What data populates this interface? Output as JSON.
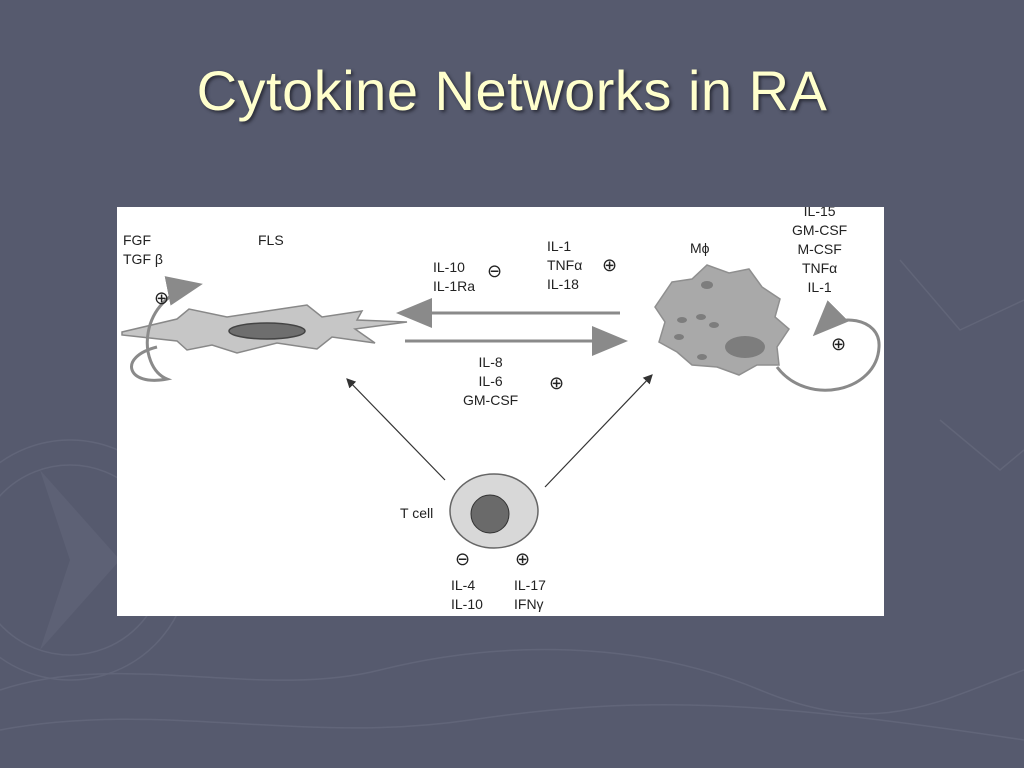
{
  "slide": {
    "title": "Cytokine Networks in RA"
  },
  "diagram": {
    "fls": {
      "name": "FLS",
      "autocrine_factors": [
        "FGF",
        "TGF β"
      ]
    },
    "macrophage": {
      "name": "Mϕ",
      "autocrine_factors": [
        "IL-15",
        "GM-CSF",
        "M-CSF",
        "TNFα",
        "IL-1"
      ]
    },
    "tcell": {
      "name": "T cell",
      "inhibitory_factors": [
        "IL-4",
        "IL-10"
      ],
      "stimulatory_factors": [
        "IL-17",
        "IFNγ"
      ]
    },
    "macrophage_to_fls": {
      "inhibitory_factors": [
        "IL-10",
        "IL-1Ra"
      ],
      "stimulatory_factors": [
        "IL-1",
        "TNFα",
        "IL-18"
      ]
    },
    "fls_to_macrophage": {
      "stimulatory_factors": [
        "IL-8",
        "IL-6",
        "GM-CSF"
      ]
    },
    "symbols": {
      "plus": "⊕",
      "minus": "⊖"
    }
  }
}
